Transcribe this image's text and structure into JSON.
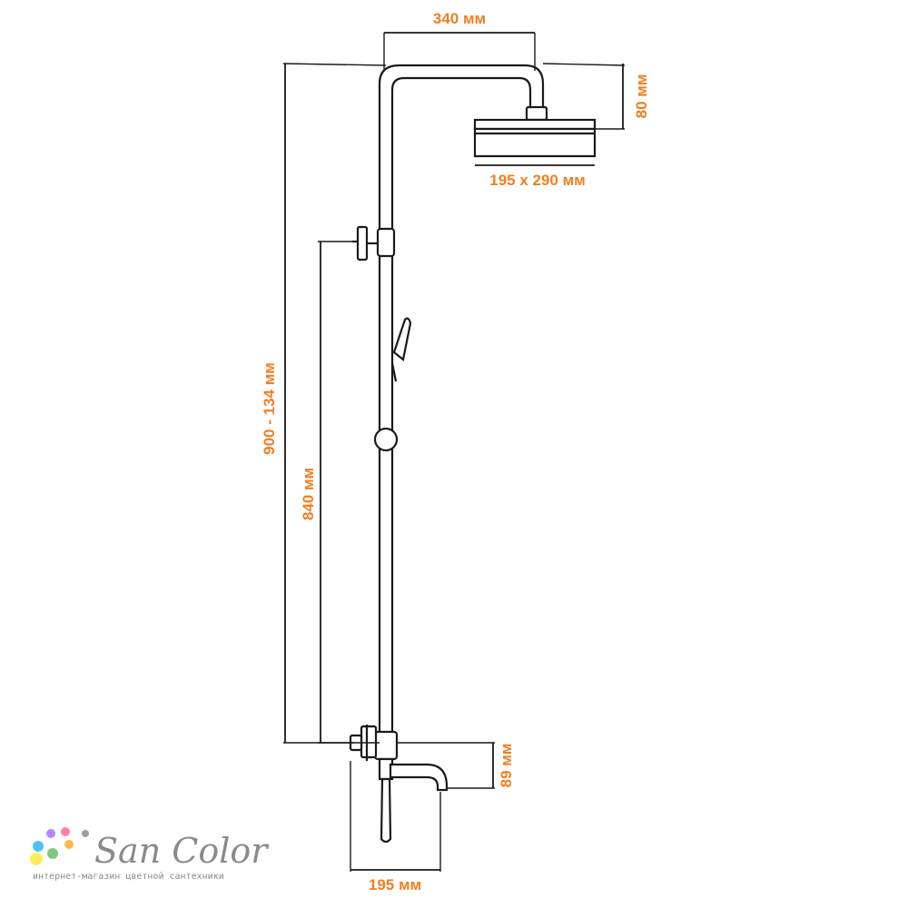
{
  "dimensions": {
    "top_arm_width": "340 мм",
    "head_height": "80 мм",
    "head_size": "195 х 290 мм",
    "total_height": "900 - 134 мм",
    "holder_height": "840 мм",
    "spout_height": "89 мм",
    "spout_length": "195 мм"
  },
  "logo": {
    "name": "San Color",
    "tagline": "интернет-магазин цветной сантехники",
    "dot_colors": [
      "#4fc3f7",
      "#b388ff",
      "#ff80ab",
      "#ffee58",
      "#81c784",
      "#ffb74d",
      "#9e9e9e"
    ]
  },
  "colors": {
    "dimension_text": "#f07f22",
    "line": "#1a1a1a",
    "logo_text": "#8a8a8a"
  }
}
